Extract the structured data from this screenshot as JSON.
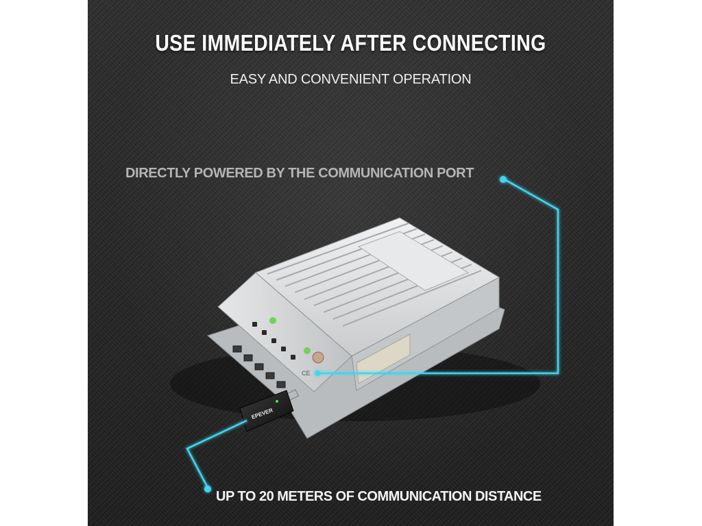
{
  "headline": "USE IMMEDIATELY AFTER CONNECTING",
  "subheadline": "EASY AND CONVENIENT OPERATION",
  "callouts": [
    "DIRECTLY POWERED BY THE COMMUNICATION PORT",
    "UP TO 20 METERS OF COMMUNICATION DISTANCE"
  ],
  "product": {
    "device": "solar-charge-controller",
    "dongle": "usb-wireless-dongle",
    "dongle_brand": "EPEVER",
    "panel_mark": "CE"
  },
  "colors": {
    "background": "#2a2a2a",
    "callout_line": "#3fd6f0",
    "device_body": "#d8dadb"
  }
}
